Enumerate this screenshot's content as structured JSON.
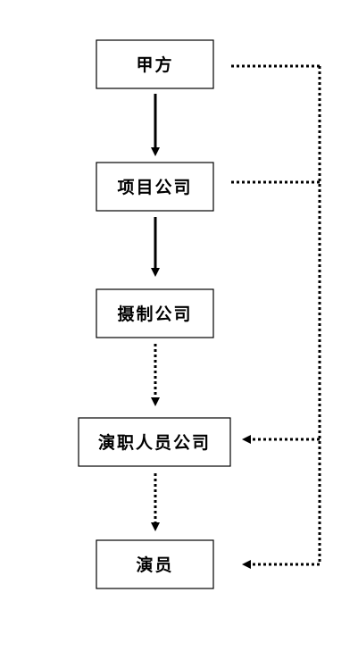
{
  "nodes": [
    {
      "id": "jiafang",
      "label": "甲方"
    },
    {
      "id": "project-company",
      "label": "项目公司"
    },
    {
      "id": "production-company",
      "label": "摄制公司"
    },
    {
      "id": "talent-agency",
      "label": "演职人员公司"
    },
    {
      "id": "actor",
      "label": "演员"
    }
  ],
  "edges": [
    {
      "from": "jiafang",
      "to": "project-company",
      "style": "solid"
    },
    {
      "from": "project-company",
      "to": "production-company",
      "style": "solid"
    },
    {
      "from": "production-company",
      "to": "talent-agency",
      "style": "dotted"
    },
    {
      "from": "talent-agency",
      "to": "actor",
      "style": "dotted"
    },
    {
      "from": "jiafang",
      "to": "talent-agency",
      "style": "dotted",
      "route": "right-bus"
    },
    {
      "from": "project-company",
      "to": "talent-agency",
      "style": "dotted",
      "route": "right-bus"
    },
    {
      "from": "jiafang",
      "to": "actor",
      "style": "dotted",
      "route": "right-bus"
    }
  ],
  "colors": {
    "stroke": "#000000",
    "box_fill": "#ffffff",
    "background": "#ffffff"
  }
}
